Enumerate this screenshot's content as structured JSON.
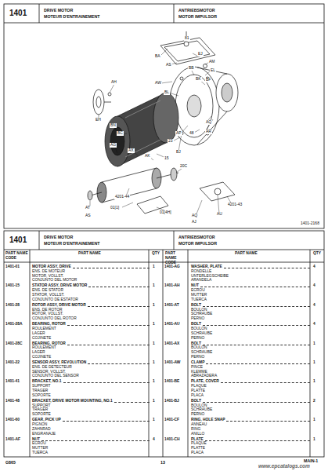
{
  "diagram": {
    "labels": [
      "1401",
      "DRIVE MOTOR",
      "MOTEUR D'ENTRAINEMENT",
      "ANTRIEBSMOTOR",
      "MOTOR IMPULSOR",
      "81",
      "BA",
      "EJ",
      "AS",
      "AM",
      "BB",
      "EL",
      "BK",
      "AH",
      "BF",
      "AW",
      "BL",
      "EH",
      "BN",
      "AG",
      "BC",
      "AX",
      "AK",
      "BJ",
      "AP",
      "23",
      "48",
      "AQ",
      "AR",
      "15",
      "20C",
      "4201-44",
      "01[1]",
      "AT",
      "AS",
      "01[4H]",
      "4201-43",
      "AU",
      "AQ",
      "AJ",
      "1401-2168",
      "1401",
      "DRIVE MOTOR",
      "MOTEUR D'ENTRAINEMENT",
      "ANTRIEBSMOTOR",
      "MOTOR IMPULSOR",
      "PART NAME CODE",
      "PART NAME",
      "QTY",
      "PART NAME CODE",
      "PART NAME",
      "QTY",
      "1401-01",
      "MOTOR ASSY, DRIVE",
      "1",
      "ENS. DE MOTEUR",
      "MOTOR, VOLLST.",
      "CONJUNTO DEL MOTOR",
      "1401-15",
      "STATOR ASSY, DRIVE MOTOR",
      "1",
      "ENS. DE STATOR",
      "STATOR, VOLLST.",
      "CONJUNTO DE ESTATOR",
      "1401-28",
      "ROTOR ASSY, DRIVE MOTOR",
      "1",
      "ENS. DE ROTOR",
      "ROTOR, VOLLST.",
      "CONJUNTO DEL ROTOR",
      "1401-28A",
      "BEARING, ROTOR",
      "1",
      "ROULEMENT",
      "LAGER",
      "COJINETE",
      "1401-28C",
      "BEARING, ROTOR",
      "1",
      "ROULEMENT",
      "LAGER",
      "COJINETE",
      "1401-22",
      "SENSOR ASSY, REVOLUTION",
      "1",
      "ENS. DE DETECTEUR",
      "SENSOR, VOLLST.",
      "CONJUNTO DEL SENSOR",
      "1401-41",
      "BRACKET, NO.1",
      "1",
      "SUPPORT",
      "TRAGER",
      "SOPORTE",
      "1401-48",
      "BRACKET, DRIVE MOTOR MOUNTING, NO.1",
      "1",
      "SUPPORT",
      "TRAGER",
      "SOPORTE",
      "1401-60",
      "GEAR, PICK UP",
      "1",
      "PIGNON",
      "ZAHNRAD",
      "ENGRANAJE",
      "1401-AF",
      "NUT",
      "4",
      "ECROU",
      "MUTTER",
      "TUERCA",
      "1401-AG",
      "WASHER, PLATE",
      "4",
      "RONDELLE",
      "UNTERLEGSCHEIBE",
      "ARANDELA",
      "1401-AH",
      "NUT",
      "4",
      "ECROU",
      "MUTTER",
      "TUERCA",
      "1401-AT",
      "BOLT",
      "4",
      "BOULON",
      "SCHRAUBE",
      "PERNO",
      "1401-AU",
      "BOLT",
      "4",
      "BOULON",
      "SCHRAUBE",
      "PERNO",
      "1401-AX",
      "BOLT",
      "1",
      "BOULON",
      "SCHRAUBE",
      "PERNO",
      "1401-AW",
      "CLAMP",
      "1",
      "PINCE",
      "KLEMME",
      "ABRAZADERA",
      "1401-BE",
      "PLATE, COVER",
      "1",
      "PLAQUE",
      "PLATTE",
      "PLACA",
      "1401-BJ",
      "BOLT",
      "2",
      "BOULON",
      "SCHRAUBE",
      "PERNO",
      "1401-CF",
      "RING, HOLE SNAP",
      "1",
      "ANNEAU",
      "RING",
      "ANILLO",
      "1401-CH",
      "PLATE",
      "1",
      "PLAQUE",
      "PLATTE",
      "PLACA",
      "G865",
      "13",
      "MAIN-1",
      "www.epcatalogs.com"
    ]
  }
}
